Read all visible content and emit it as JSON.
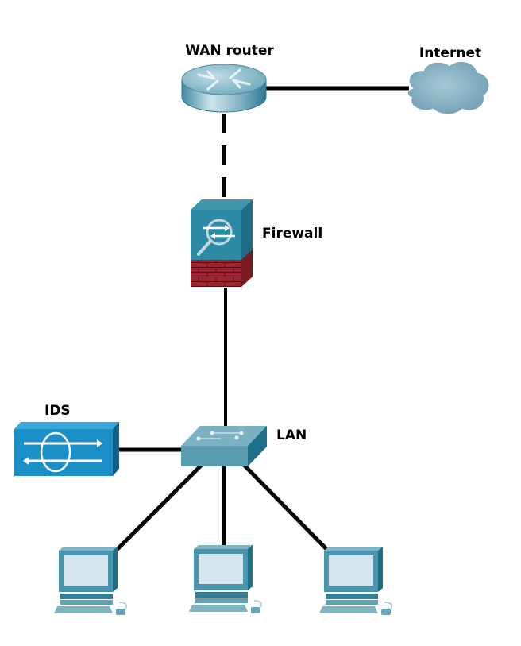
{
  "diagram": {
    "nodes": [
      {
        "id": "wan-router",
        "label": "WAN router",
        "type": "router"
      },
      {
        "id": "internet",
        "label": "Internet",
        "type": "cloud"
      },
      {
        "id": "firewall",
        "label": "Firewall",
        "type": "firewall"
      },
      {
        "id": "ids",
        "label": "IDS",
        "type": "ids-sensor"
      },
      {
        "id": "lan",
        "label": "LAN",
        "type": "switch"
      },
      {
        "id": "pc-1",
        "label": "",
        "type": "workstation"
      },
      {
        "id": "pc-2",
        "label": "",
        "type": "workstation"
      },
      {
        "id": "pc-3",
        "label": "",
        "type": "workstation"
      }
    ],
    "links": [
      {
        "from": "wan-router",
        "to": "internet",
        "style": "solid"
      },
      {
        "from": "wan-router",
        "to": "firewall",
        "style": "dashed"
      },
      {
        "from": "firewall",
        "to": "lan",
        "style": "solid"
      },
      {
        "from": "ids",
        "to": "lan",
        "style": "solid"
      },
      {
        "from": "lan",
        "to": "pc-1",
        "style": "solid"
      },
      {
        "from": "lan",
        "to": "pc-2",
        "style": "solid"
      },
      {
        "from": "lan",
        "to": "pc-3",
        "style": "solid"
      }
    ],
    "colors": {
      "device_teal": "#5f9fb2",
      "device_dark": "#1f6c86",
      "ids_blue": "#1a8fc8",
      "firewall_brick": "#a3212a",
      "cloud": "#8fb3c4",
      "link": "#000000"
    }
  }
}
